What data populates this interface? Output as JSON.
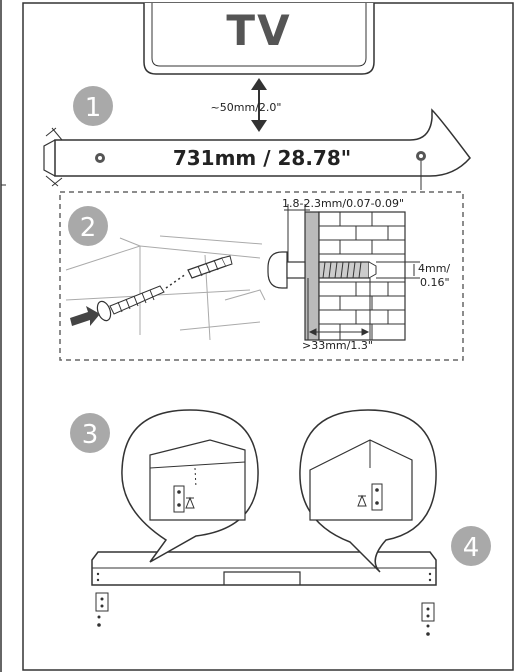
{
  "tv": {
    "label": "TV"
  },
  "gap": {
    "label": "~50mm/2.0\""
  },
  "soundbar": {
    "width_label": "731mm / 28.78\""
  },
  "steps": {
    "s1": "1",
    "s2": "2",
    "s3": "3",
    "s4": "4"
  },
  "wall_detail": {
    "thickness_label": "1.8-2.3mm/0.07-0.09\"",
    "screw_diameter_line1": "4mm/",
    "screw_diameter_line2": "0.16\"",
    "screw_length_label": ">33mm/1.3\""
  },
  "colors": {
    "step_circle": "#a9a9a9",
    "line": "#333333",
    "dashed": "#666666"
  }
}
